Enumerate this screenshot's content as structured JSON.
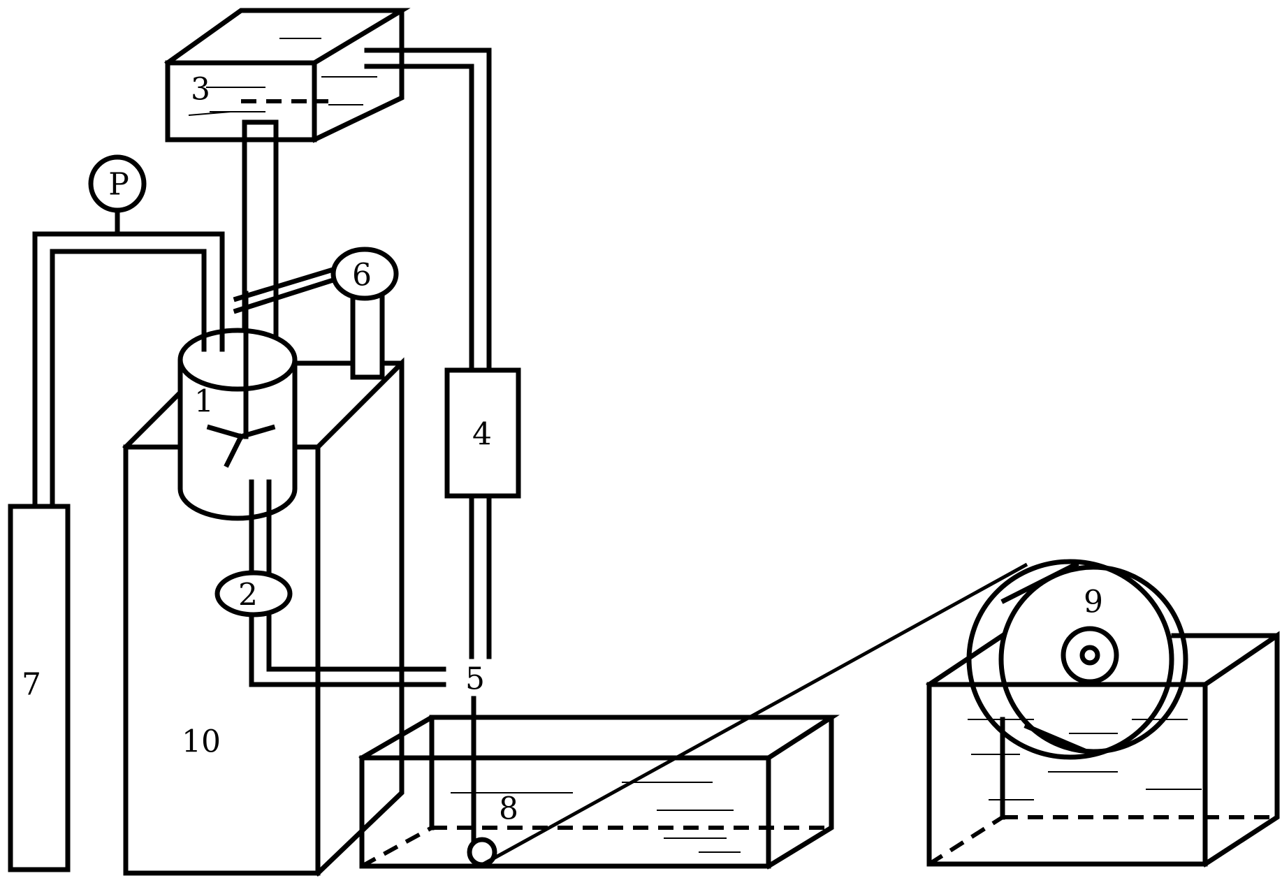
{
  "labels": {
    "reactor": "1",
    "pump_2": "2",
    "top_tank": "3",
    "filter": "4",
    "valve_5": "5",
    "gauge_6": "6",
    "cylinder": "7",
    "bath": "8",
    "drum": "9",
    "stand": "10",
    "pressure_gauge": "P"
  }
}
